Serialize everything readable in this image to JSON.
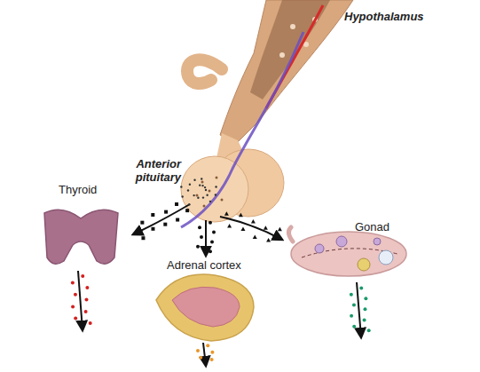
{
  "diagram": {
    "labels": [
      "Hypothalamus",
      "Anterior pituitary",
      "Thyroid",
      "Gonad",
      "Adrenal cortex"
    ]
  }
}
